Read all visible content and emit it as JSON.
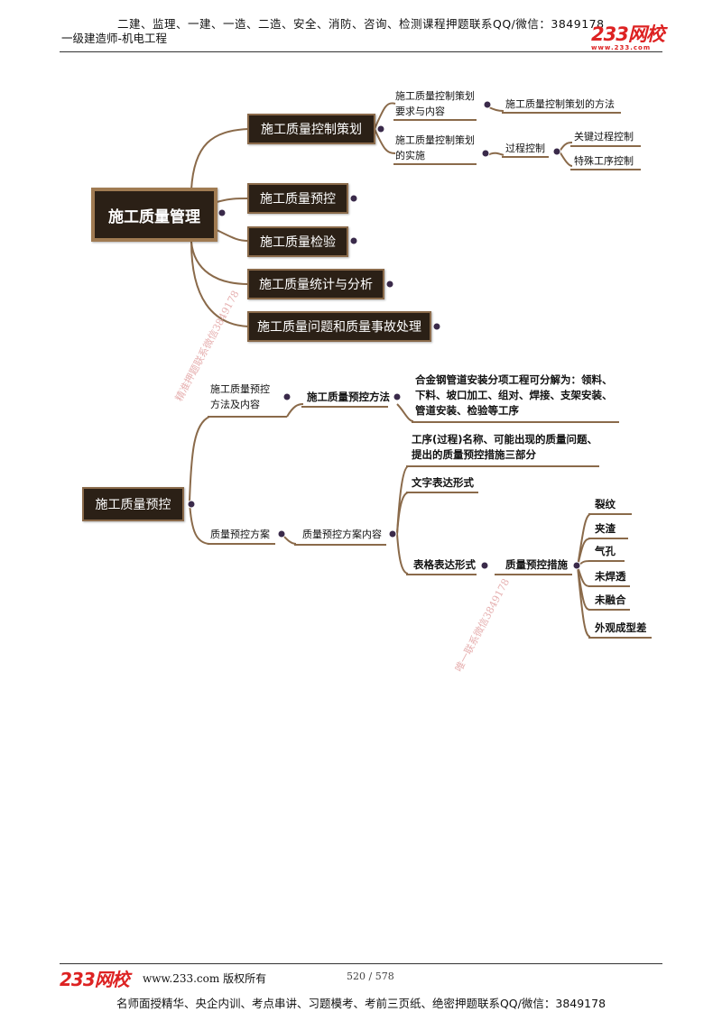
{
  "header": {
    "line1": "二建、监理、一建、一造、二造、安全、消防、咨询、检测课程押题联系QQ/微信：3849178",
    "line2": "一级建造师-机电工程",
    "logo": "233网校",
    "logo_sub": "www.233.com"
  },
  "map1": {
    "root": "施工质量管理",
    "branches": [
      "施工质量控制策划",
      "施工质量预控",
      "施工质量检验",
      "施工质量统计与分析",
      "施工质量问题和质量事故处理"
    ],
    "plan_req": [
      "施工质量控制策划",
      "要求与内容"
    ],
    "plan_method": "施工质量控制策划的方法",
    "plan_impl": [
      "施工质量控制策划",
      "的实施"
    ],
    "process": "过程控制",
    "key_process": "关键过程控制",
    "special_process": "特殊工序控制"
  },
  "map2": {
    "root": "施工质量预控",
    "method_content": [
      "施工质量预控",
      "方法及内容"
    ],
    "method": "施工质量预控方法",
    "method_detail": [
      "合金钢管道安装分项工程可分解为：领料、",
      "下料、坡口加工、组对、焊接、支架安装、",
      "管道安装、检验等工序"
    ],
    "plan": "质量预控方案",
    "plan_content": "质量预控方案内容",
    "three_parts": [
      "工序(过程)名称、可能出现的质量问题、",
      "提出的质量预控措施三部分"
    ],
    "text_form": "文字表达形式",
    "table_form": "表格表达形式",
    "measures": "质量预控措施",
    "defects": [
      "裂纹",
      "夹渣",
      "气孔",
      "未焊透",
      "未融合",
      "外观成型差"
    ]
  },
  "watermarks": [
    "精准押题联系微信3849178",
    "唯一联系微信3849178"
  ],
  "footer": {
    "site": "www.233.com 版权所有",
    "page": "520 / 578",
    "slogan": "名师面授精华、央企内训、考点串讲、习题模考、考前三页纸、绝密押题联系QQ/微信：3849178",
    "logo": "233网校"
  }
}
